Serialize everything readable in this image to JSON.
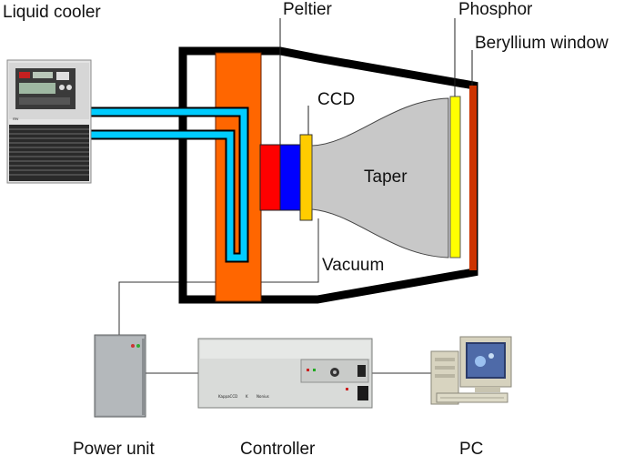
{
  "labels": {
    "liquid_cooler": "Liquid cooler",
    "peltier": "Peltier",
    "phosphor": "Phosphor",
    "beryllium_window": "Beryllium window",
    "ccd": "CCD",
    "taper": "Taper",
    "vacuum": "Vacuum",
    "power_unit": "Power unit",
    "controller": "Controller",
    "pc": "PC"
  },
  "colors": {
    "peltier_block": "#ff6600",
    "coolant_pipe": "#00ccff",
    "peltier_element": "#ff0000",
    "ccd_mount": "#0000ff",
    "ccd_chip": "#ffcc00",
    "taper": "#c8c8c8",
    "phosphor": "#ffff00",
    "beryllium_window": "#cc3300",
    "housing": "#000000"
  },
  "icons": {
    "liquid_cooler": "liquid-cooler-photo-icon",
    "power_unit": "power-unit-photo-icon",
    "controller": "controller-photo-icon",
    "pc": "pc-photo-icon"
  }
}
